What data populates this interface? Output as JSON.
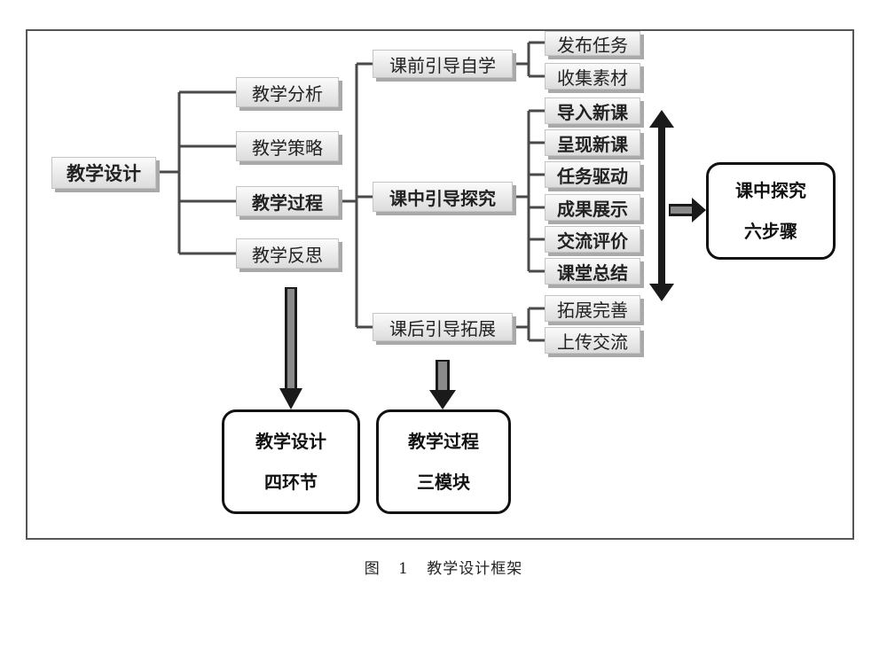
{
  "root": "教学设计",
  "aspects": [
    "教学分析",
    "教学策略",
    "教学过程",
    "教学反思"
  ],
  "modules": [
    "课前引导自学",
    "课中引导探究",
    "课后引导拓展"
  ],
  "pre_class_steps": [
    "发布任务",
    "收集素材"
  ],
  "in_class_steps": [
    "导入新课",
    "呈现新课",
    "任务驱动",
    "成果展示",
    "交流评价",
    "课堂总结"
  ],
  "post_class_steps": [
    "拓展完善",
    "上传交流"
  ],
  "summary_boxes": {
    "design": [
      "教学设计",
      "四环节"
    ],
    "process": [
      "教学过程",
      "三模块"
    ],
    "inquiry": [
      "课中探究",
      "六步骤"
    ]
  },
  "caption": "图 1 教学设计框架"
}
